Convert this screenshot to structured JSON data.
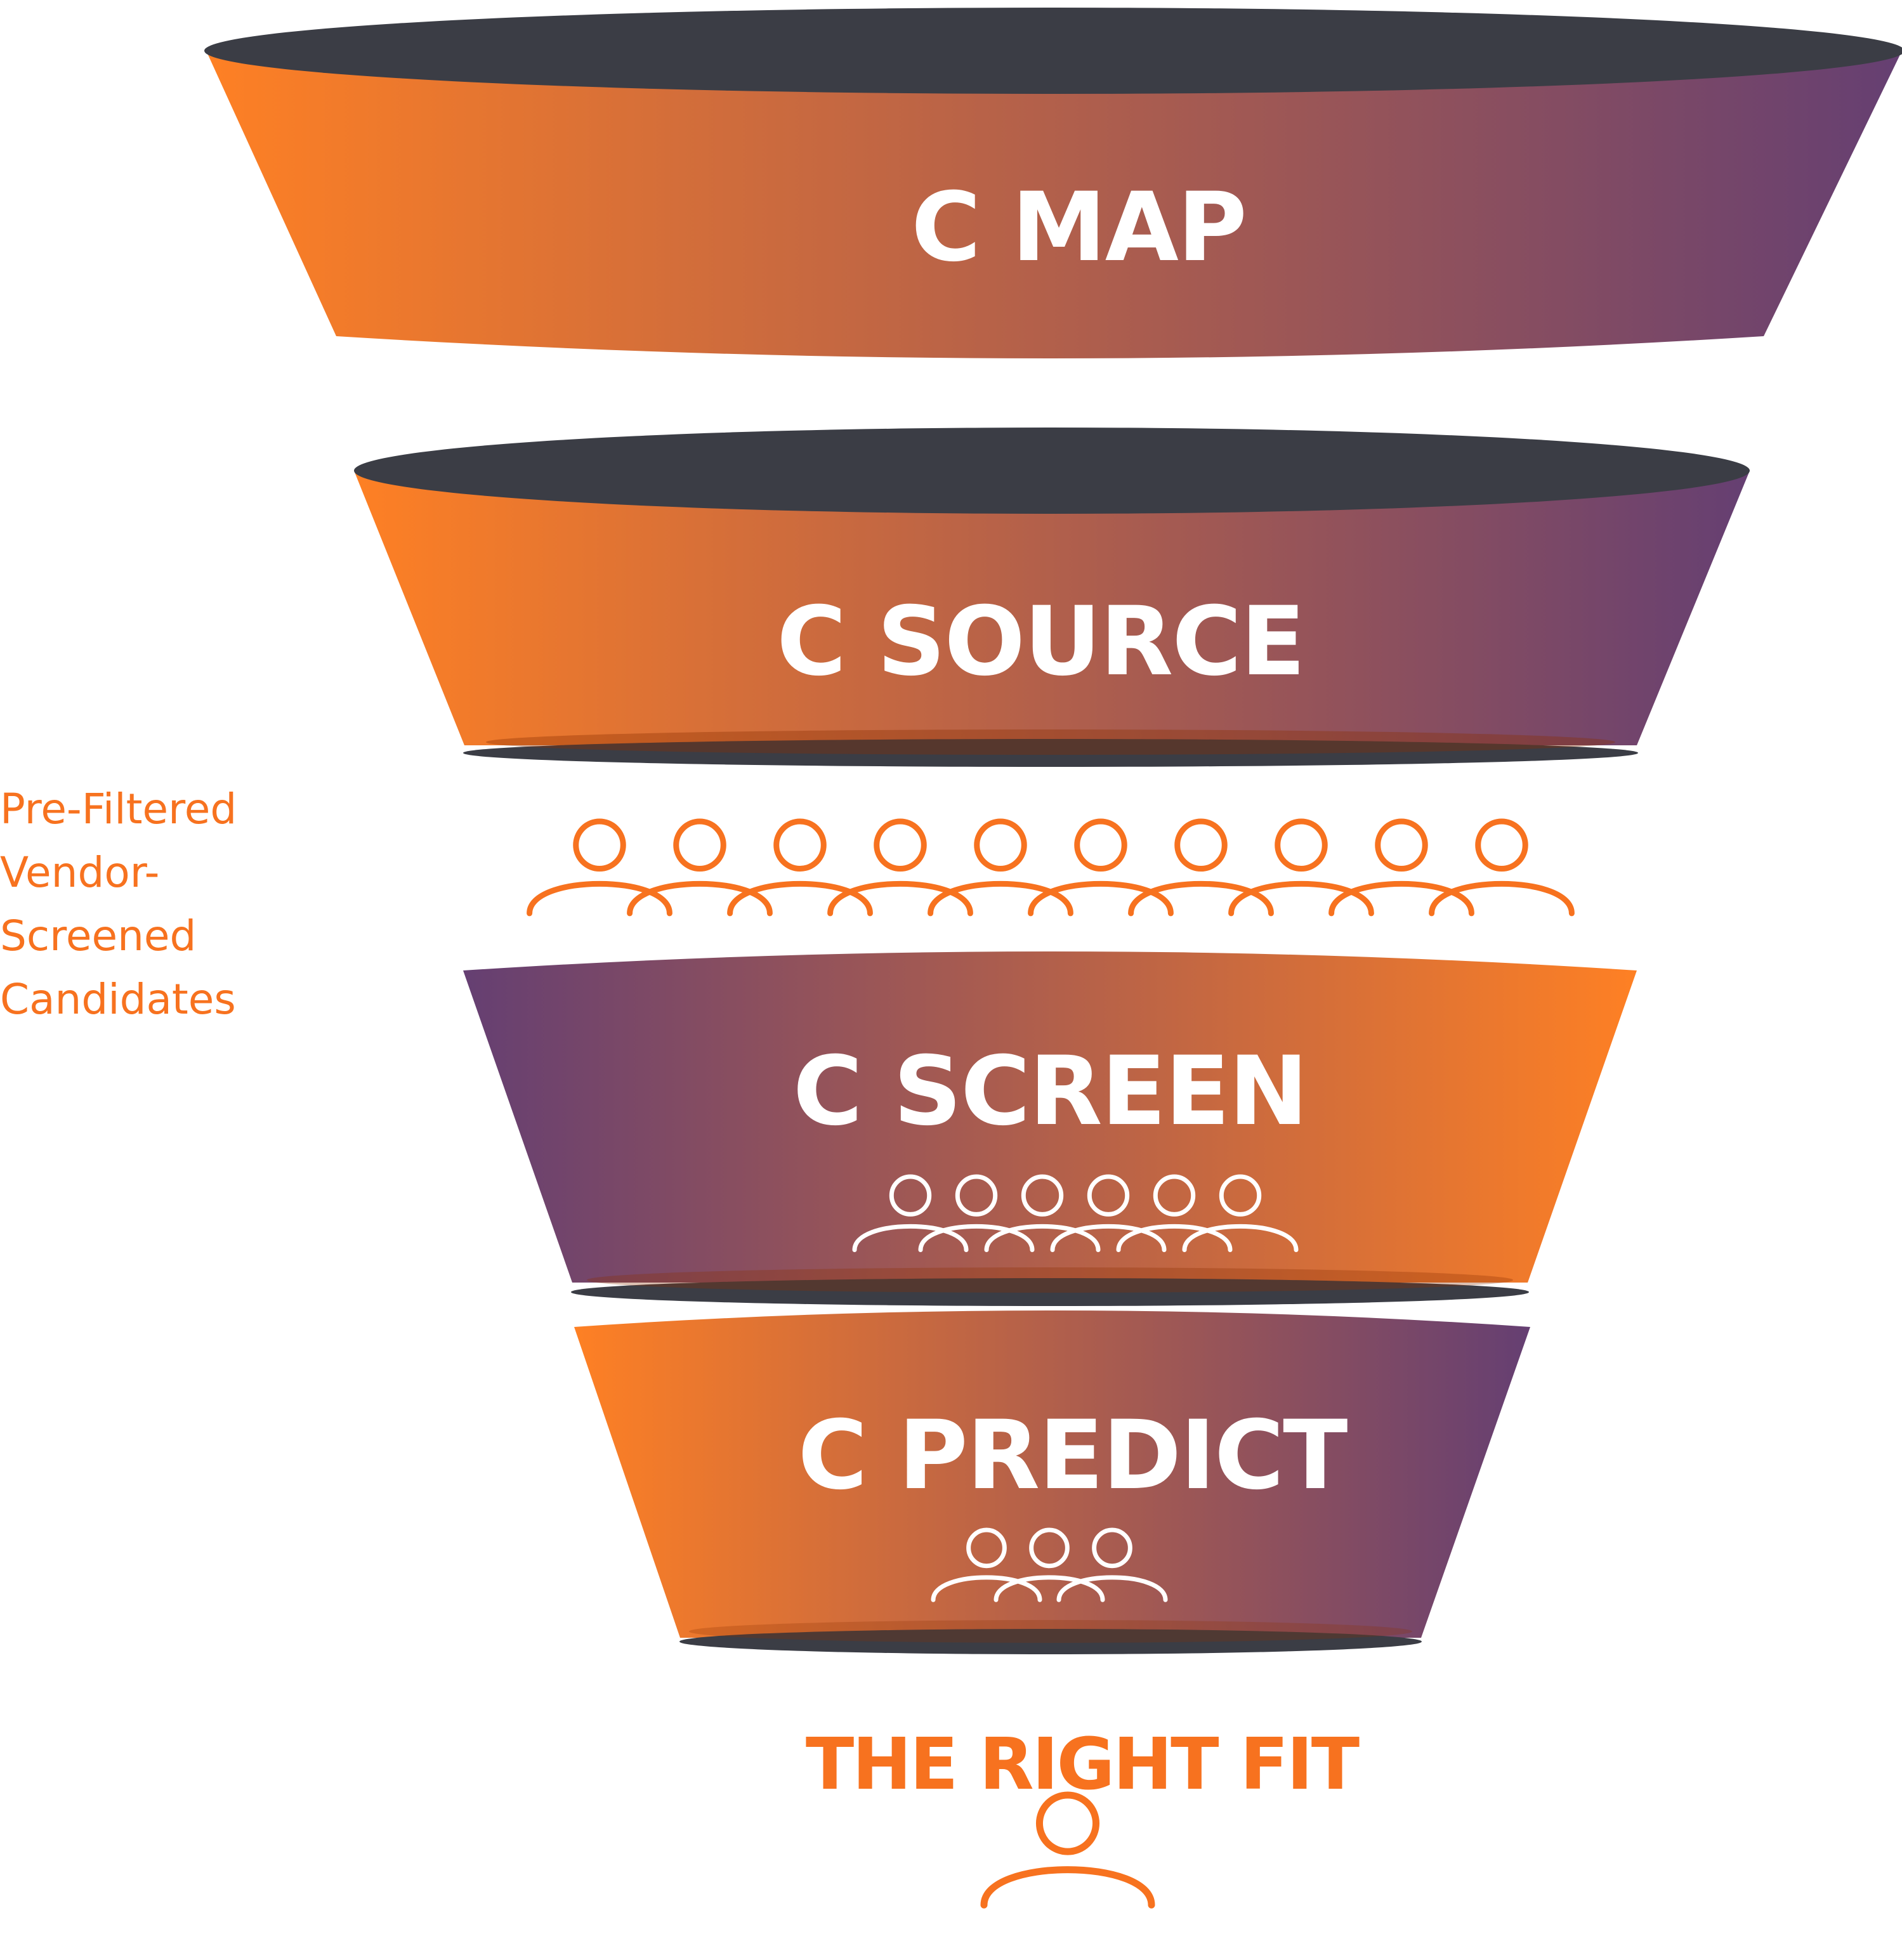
{
  "colors": {
    "orange": "#fe8024",
    "purple": "#653f72",
    "rim": "#3b3d45",
    "people_orange": "#f7721f",
    "people_white": "#ffffff"
  },
  "stages": [
    {
      "label": "C MAP",
      "gradient": "orange-to-purple"
    },
    {
      "label": "C SOURCE",
      "gradient": "orange-to-purple"
    },
    {
      "label": "C SCREEN",
      "gradient": "purple-to-orange",
      "people_count": 6
    },
    {
      "label": "C PREDICT",
      "gradient": "orange-to-purple",
      "people_count": 3
    }
  ],
  "pool": {
    "people_count": 10,
    "note_lines": [
      "Pre-Filtered",
      "Vendor-",
      "Screened",
      "Candidates"
    ]
  },
  "result": {
    "label": "THE RIGHT FIT",
    "people_count": 1
  },
  "icons": {
    "person": "person-outline-icon"
  }
}
